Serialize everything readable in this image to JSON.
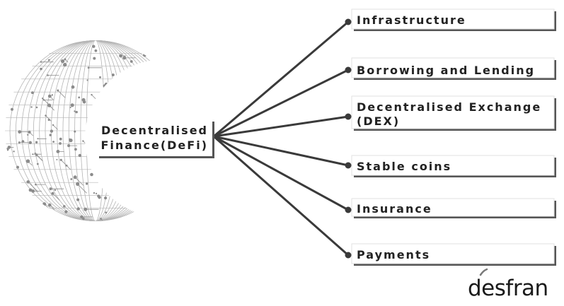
{
  "center": {
    "line1": "Decentralised",
    "line2": "Finance(DeFi)"
  },
  "branches": [
    {
      "label": "Infrastructure"
    },
    {
      "label": "Borrowing and Lending"
    },
    {
      "label": "Decentralised Exchange",
      "label2": "(DEX)"
    },
    {
      "label": "Stable coins"
    },
    {
      "label": "Insurance"
    },
    {
      "label": "Payments"
    }
  ],
  "logo": {
    "text": "desfran"
  },
  "colors": {
    "line": "#3a3a3a",
    "text": "#222222",
    "box_shadow": "#555555",
    "sphere_dot": "#8c8c8c",
    "sphere_line": "#b4b4b4"
  }
}
